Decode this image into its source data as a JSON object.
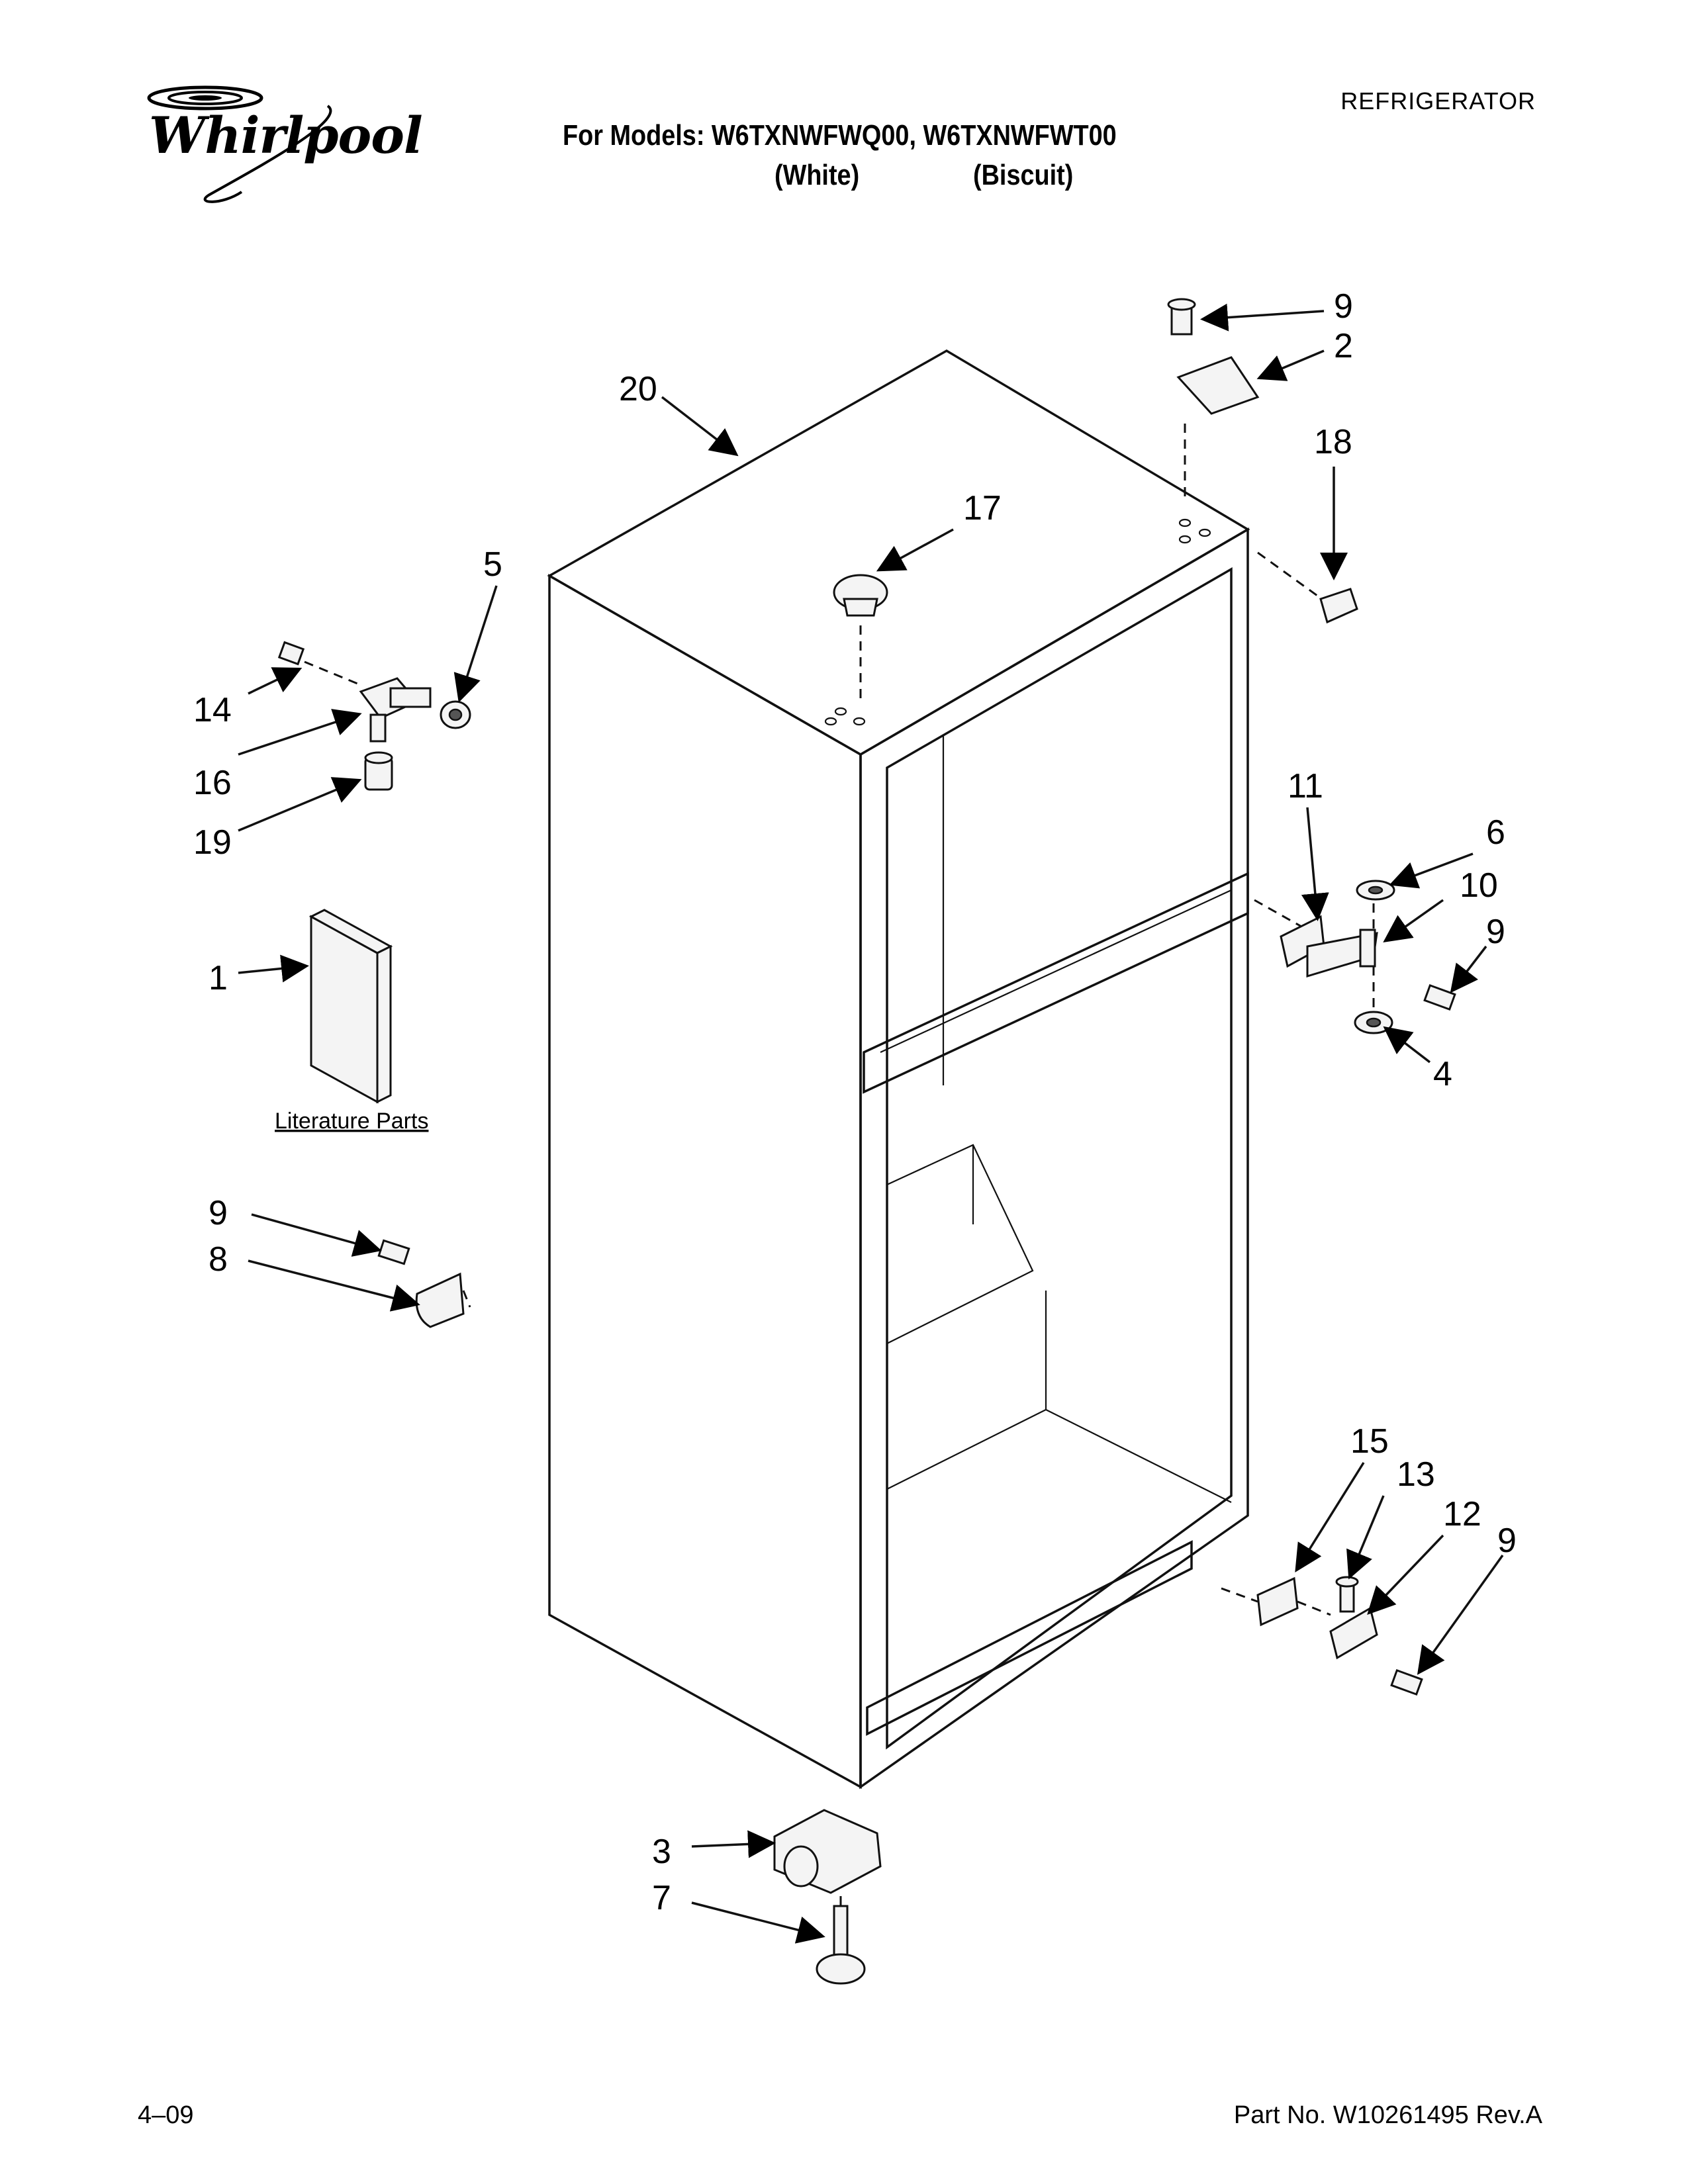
{
  "header": {
    "brand": "Whirlpool",
    "category": "REFRIGERATOR",
    "models_line": "For Models: W6TXNWFWQ00, W6TXNWFWT00",
    "variant_white": "(White)",
    "variant_biscuit": "(Biscuit)"
  },
  "diagram": {
    "literature_label": "Literature Parts",
    "callouts": {
      "c1": "1",
      "c2": "2",
      "c3": "3",
      "c4": "4",
      "c5": "5",
      "c6": "6",
      "c7": "7",
      "c8": "8",
      "c9a": "9",
      "c9b": "9",
      "c9c": "9",
      "c9d": "9",
      "c10": "10",
      "c11": "11",
      "c12": "12",
      "c13": "13",
      "c14": "14",
      "c15": "15",
      "c16": "16",
      "c17": "17",
      "c18": "18",
      "c19": "19",
      "c20": "20"
    }
  },
  "footer": {
    "date": "4–09",
    "part_number": "Part No. W10261495 Rev.A"
  }
}
